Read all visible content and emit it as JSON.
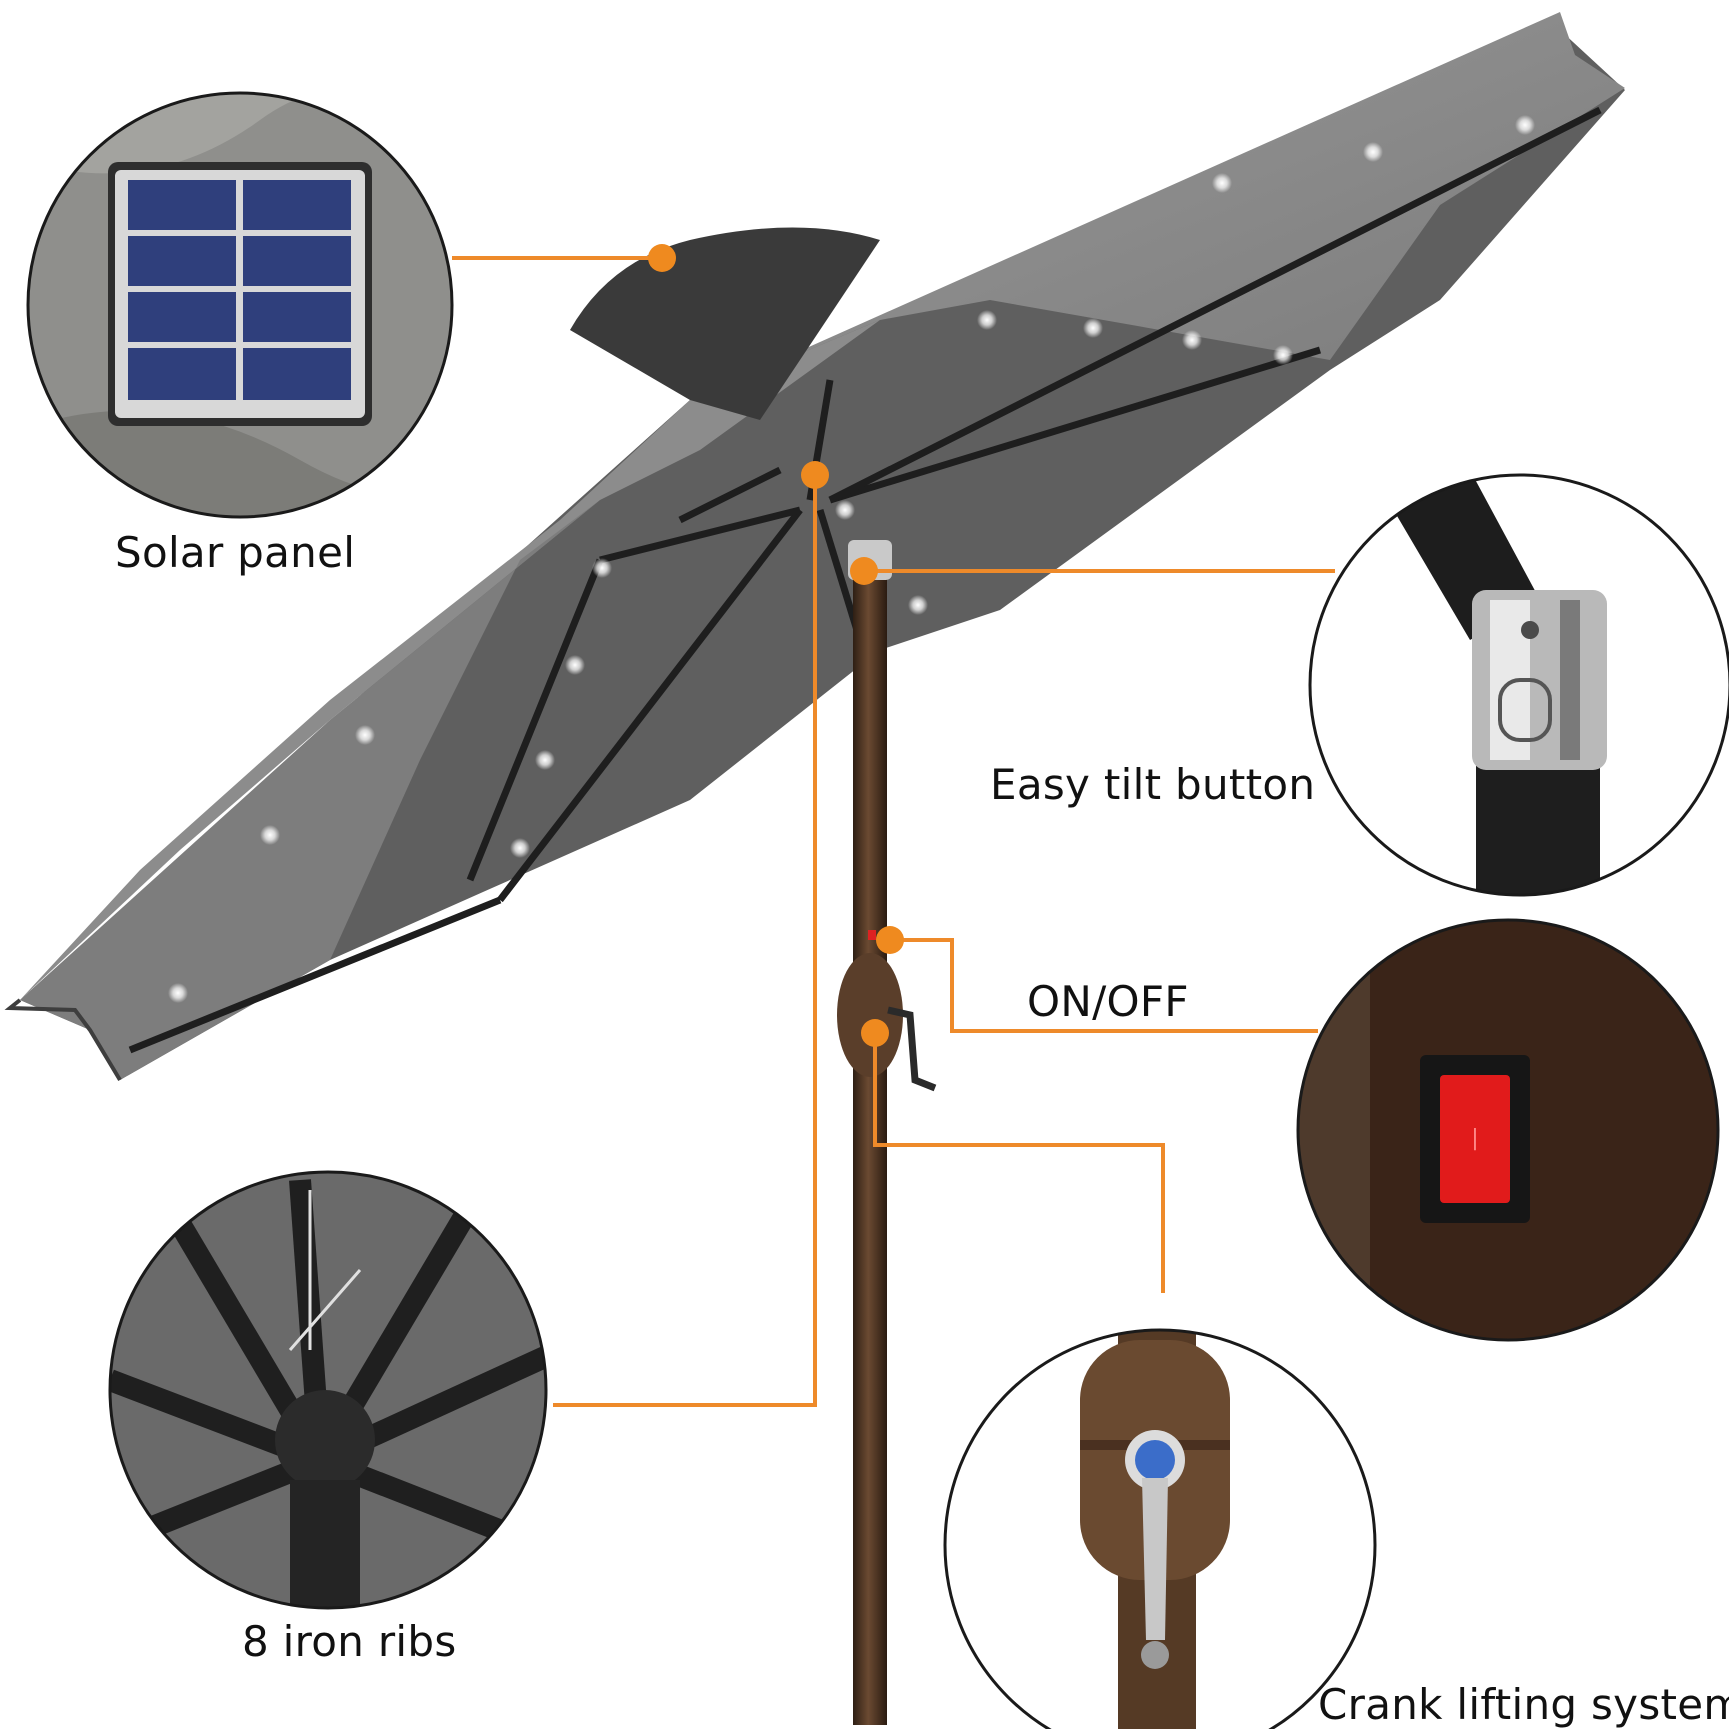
{
  "colors": {
    "callout_line": "#ee8a2a",
    "callout_dot": "#ef8a1f",
    "canopy": "#8a8a8a",
    "canopy_shadow": "#5f5f5f",
    "pole": "#4a3424",
    "led": "#ffffff"
  },
  "callouts": {
    "solar_panel": "Solar panel",
    "tilt_button": "Easy tilt button",
    "on_off": "ON/OFF",
    "iron_ribs": "8 iron ribs",
    "crank": "Crank lifting system"
  },
  "icons": [
    "solar-panel-icon",
    "tilt-joint-icon",
    "power-switch-icon",
    "ribs-hub-icon",
    "crank-handle-icon"
  ]
}
